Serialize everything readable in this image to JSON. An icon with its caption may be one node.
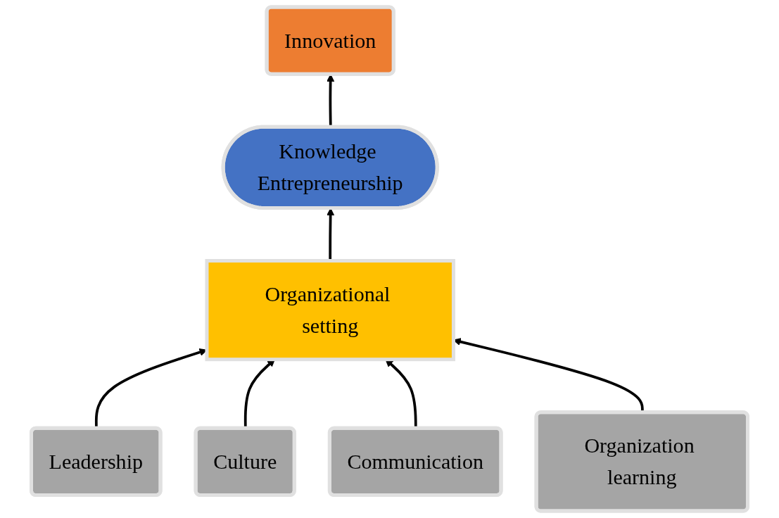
{
  "diagram": {
    "nodes": [
      {
        "text": [
          "Innovation"
        ]
      },
      {
        "text": [
          "Knowledge Entrepreneurship"
        ]
      },
      {
        "text": [
          "Organizational setting"
        ]
      },
      {
        "text": [
          "Leadership"
        ]
      },
      {
        "text": [
          "Culture"
        ]
      },
      {
        "text": [
          "Communication"
        ]
      },
      {
        "text": [
          "Organization learning"
        ]
      }
    ],
    "edges": [
      {
        "from": 3,
        "to": 2,
        "arrow": "to"
      },
      {
        "from": 4,
        "to": 2,
        "arrow": "to"
      },
      {
        "from": 5,
        "to": 2,
        "arrow": "to"
      },
      {
        "from": 6,
        "to": 2,
        "arrow": "to"
      },
      {
        "from": 2,
        "to": 1,
        "arrow": "to"
      },
      {
        "from": 1,
        "to": 0,
        "arrow": "to"
      }
    ]
  }
}
